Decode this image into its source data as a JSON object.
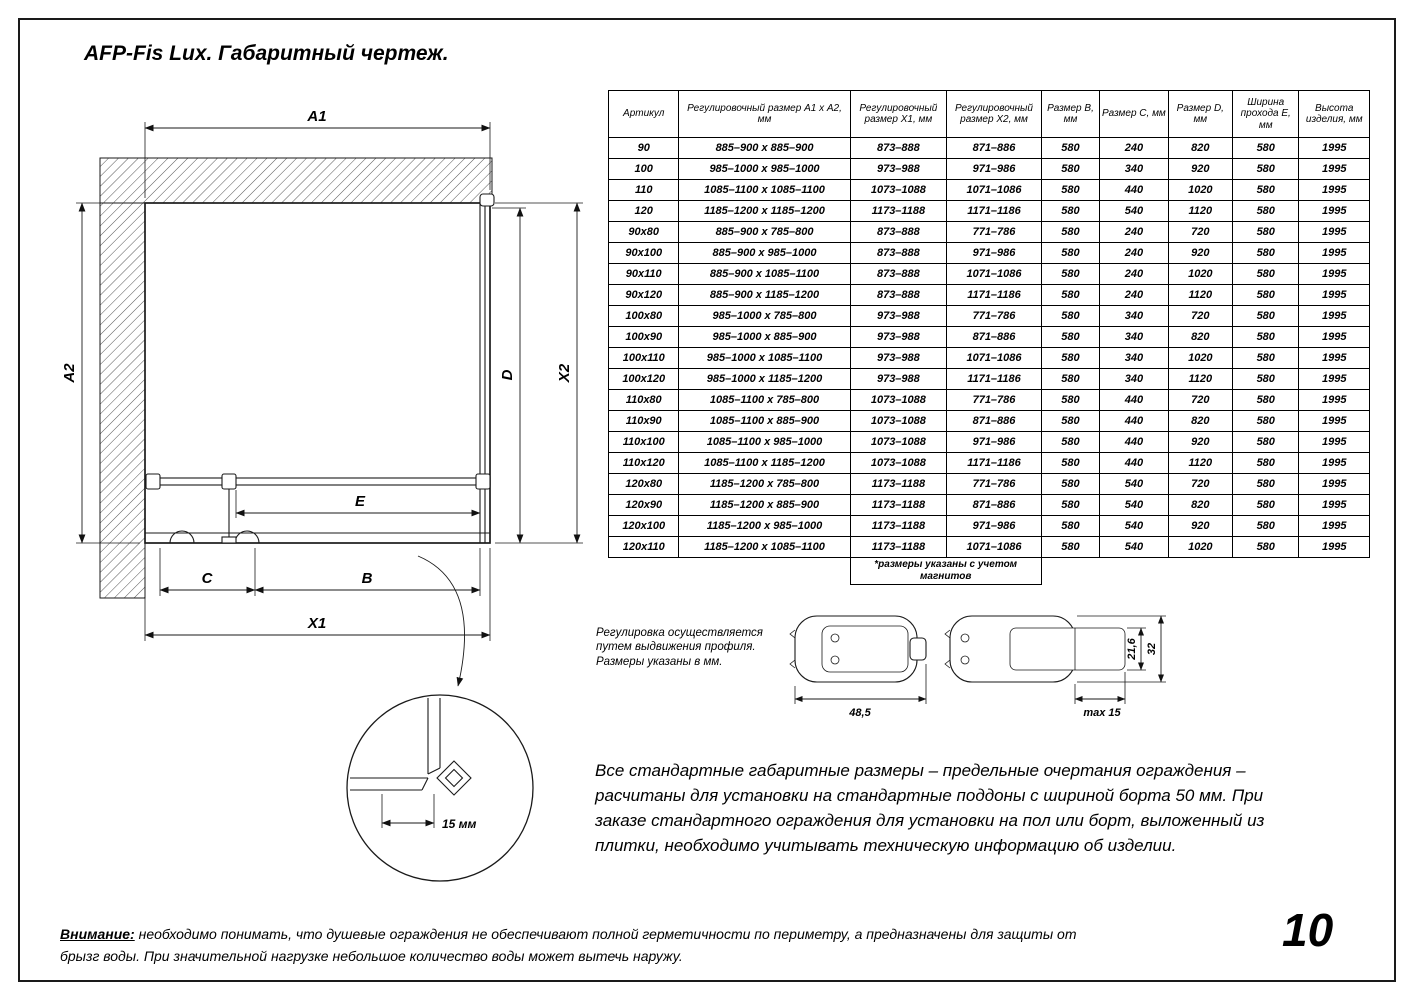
{
  "page": {
    "title": "AFP-Fis Lux. Габаритный чертеж.",
    "number": "10"
  },
  "drawing": {
    "dim_a1": "A1",
    "dim_a2": "A2",
    "dim_x1": "X1",
    "dim_x2": "X2",
    "dim_b": "B",
    "dim_c": "C",
    "dim_d": "D",
    "dim_e": "E",
    "detail_dim": "15 мм"
  },
  "table": {
    "headers": [
      "Артикул",
      "Регулировочный размер A1 х A2, мм",
      "Регулировочный размер X1, мм",
      "Регулировочный размер X2, мм",
      "Размер B, мм",
      "Размер C, мм",
      "Размер D, мм",
      "Ширина прохода E, мм",
      "Высота изделия, мм"
    ],
    "rows": [
      [
        "90",
        "885–900 x 885–900",
        "873–888",
        "871–886",
        "580",
        "240",
        "820",
        "580",
        "1995"
      ],
      [
        "100",
        "985–1000 x 985–1000",
        "973–988",
        "971–986",
        "580",
        "340",
        "920",
        "580",
        "1995"
      ],
      [
        "110",
        "1085–1100 x 1085–1100",
        "1073–1088",
        "1071–1086",
        "580",
        "440",
        "1020",
        "580",
        "1995"
      ],
      [
        "120",
        "1185–1200 x 1185–1200",
        "1173–1188",
        "1171–1186",
        "580",
        "540",
        "1120",
        "580",
        "1995"
      ],
      [
        "90x80",
        "885–900 x 785–800",
        "873–888",
        "771–786",
        "580",
        "240",
        "720",
        "580",
        "1995"
      ],
      [
        "90x100",
        "885–900 x 985–1000",
        "873–888",
        "971–986",
        "580",
        "240",
        "920",
        "580",
        "1995"
      ],
      [
        "90x110",
        "885–900 x 1085–1100",
        "873–888",
        "1071–1086",
        "580",
        "240",
        "1020",
        "580",
        "1995"
      ],
      [
        "90x120",
        "885–900 x 1185–1200",
        "873–888",
        "1171–1186",
        "580",
        "240",
        "1120",
        "580",
        "1995"
      ],
      [
        "100x80",
        "985–1000 x 785–800",
        "973–988",
        "771–786",
        "580",
        "340",
        "720",
        "580",
        "1995"
      ],
      [
        "100x90",
        "985–1000 x 885–900",
        "973–988",
        "871–886",
        "580",
        "340",
        "820",
        "580",
        "1995"
      ],
      [
        "100x110",
        "985–1000 x 1085–1100",
        "973–988",
        "1071–1086",
        "580",
        "340",
        "1020",
        "580",
        "1995"
      ],
      [
        "100x120",
        "985–1000 x 1185–1200",
        "973–988",
        "1171–1186",
        "580",
        "340",
        "1120",
        "580",
        "1995"
      ],
      [
        "110x80",
        "1085–1100 x 785–800",
        "1073–1088",
        "771–786",
        "580",
        "440",
        "720",
        "580",
        "1995"
      ],
      [
        "110x90",
        "1085–1100 x 885–900",
        "1073–1088",
        "871–886",
        "580",
        "440",
        "820",
        "580",
        "1995"
      ],
      [
        "110x100",
        "1085–1100 x 985–1000",
        "1073–1088",
        "971–986",
        "580",
        "440",
        "920",
        "580",
        "1995"
      ],
      [
        "110x120",
        "1085–1100 x 1185–1200",
        "1073–1088",
        "1171–1186",
        "580",
        "440",
        "1120",
        "580",
        "1995"
      ],
      [
        "120x80",
        "1185–1200 x 785–800",
        "1173–1188",
        "771–786",
        "580",
        "540",
        "720",
        "580",
        "1995"
      ],
      [
        "120x90",
        "1185–1200 x 885–900",
        "1173–1188",
        "871–886",
        "580",
        "540",
        "820",
        "580",
        "1995"
      ],
      [
        "120x100",
        "1185–1200 x 985–1000",
        "1173–1188",
        "971–986",
        "580",
        "540",
        "920",
        "580",
        "1995"
      ],
      [
        "120x110",
        "1185–1200 x 1085–1100",
        "1173–1188",
        "1071–1086",
        "580",
        "540",
        "1020",
        "580",
        "1995"
      ]
    ],
    "footnote": "*размеры указаны с учетом магнитов"
  },
  "profiles": {
    "note": "Регулировка осуществляется\nпутем выдвижения профиля.\nРазмеры указаны в мм.",
    "width": "48,5",
    "extension": "max 15",
    "inner_height": "21,6",
    "outer_height": "32"
  },
  "paragraph": "Все стандартные габаритные размеры – предельные очертания ограждения – расчитаны для установки на стандартные поддоны с шириной борта 50 мм. При заказе стандартного ограждения для установки на пол или борт, выложенный из плитки, необходимо учитывать техническую информацию об изделии.",
  "warning": {
    "label": "Внимание:",
    "text": " необходимо понимать, что душевые ограждения не обеспечивают полной герметичности по периметру, а предназначены для защиты от брызг воды. При значительной нагрузке небольшое количество воды может вытечь наружу."
  }
}
